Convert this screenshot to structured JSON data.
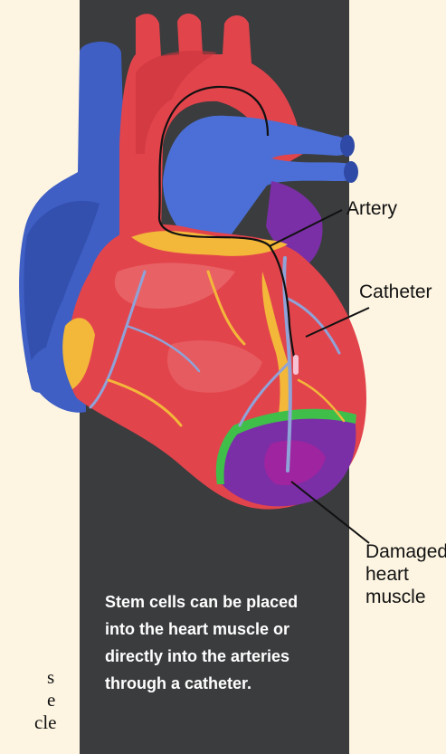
{
  "labels": {
    "artery": "Artery",
    "catheter": "Catheter",
    "damaged_line1": "Damaged",
    "damaged_line2": "heart",
    "damaged_line3": "muscle"
  },
  "caption": {
    "line1": "Stem cells can be placed",
    "line2": "into the heart muscle or",
    "line3": "directly into the arteries",
    "line4": "through a catheter."
  },
  "left_fragment": {
    "line1": "s",
    "line2": "e",
    "line3": "cle"
  },
  "colors": {
    "background": "#fdf5e2",
    "band": "#3b3c3e",
    "heart_red": "#e2444c",
    "heart_pink": "#ea6a6c",
    "vein_blue": "#3f5fc4",
    "fat_yellow": "#f3b73a",
    "damage_purple": "#7a2fa6",
    "damage_green": "#3fbf4a",
    "catheter_line": "#111111"
  }
}
